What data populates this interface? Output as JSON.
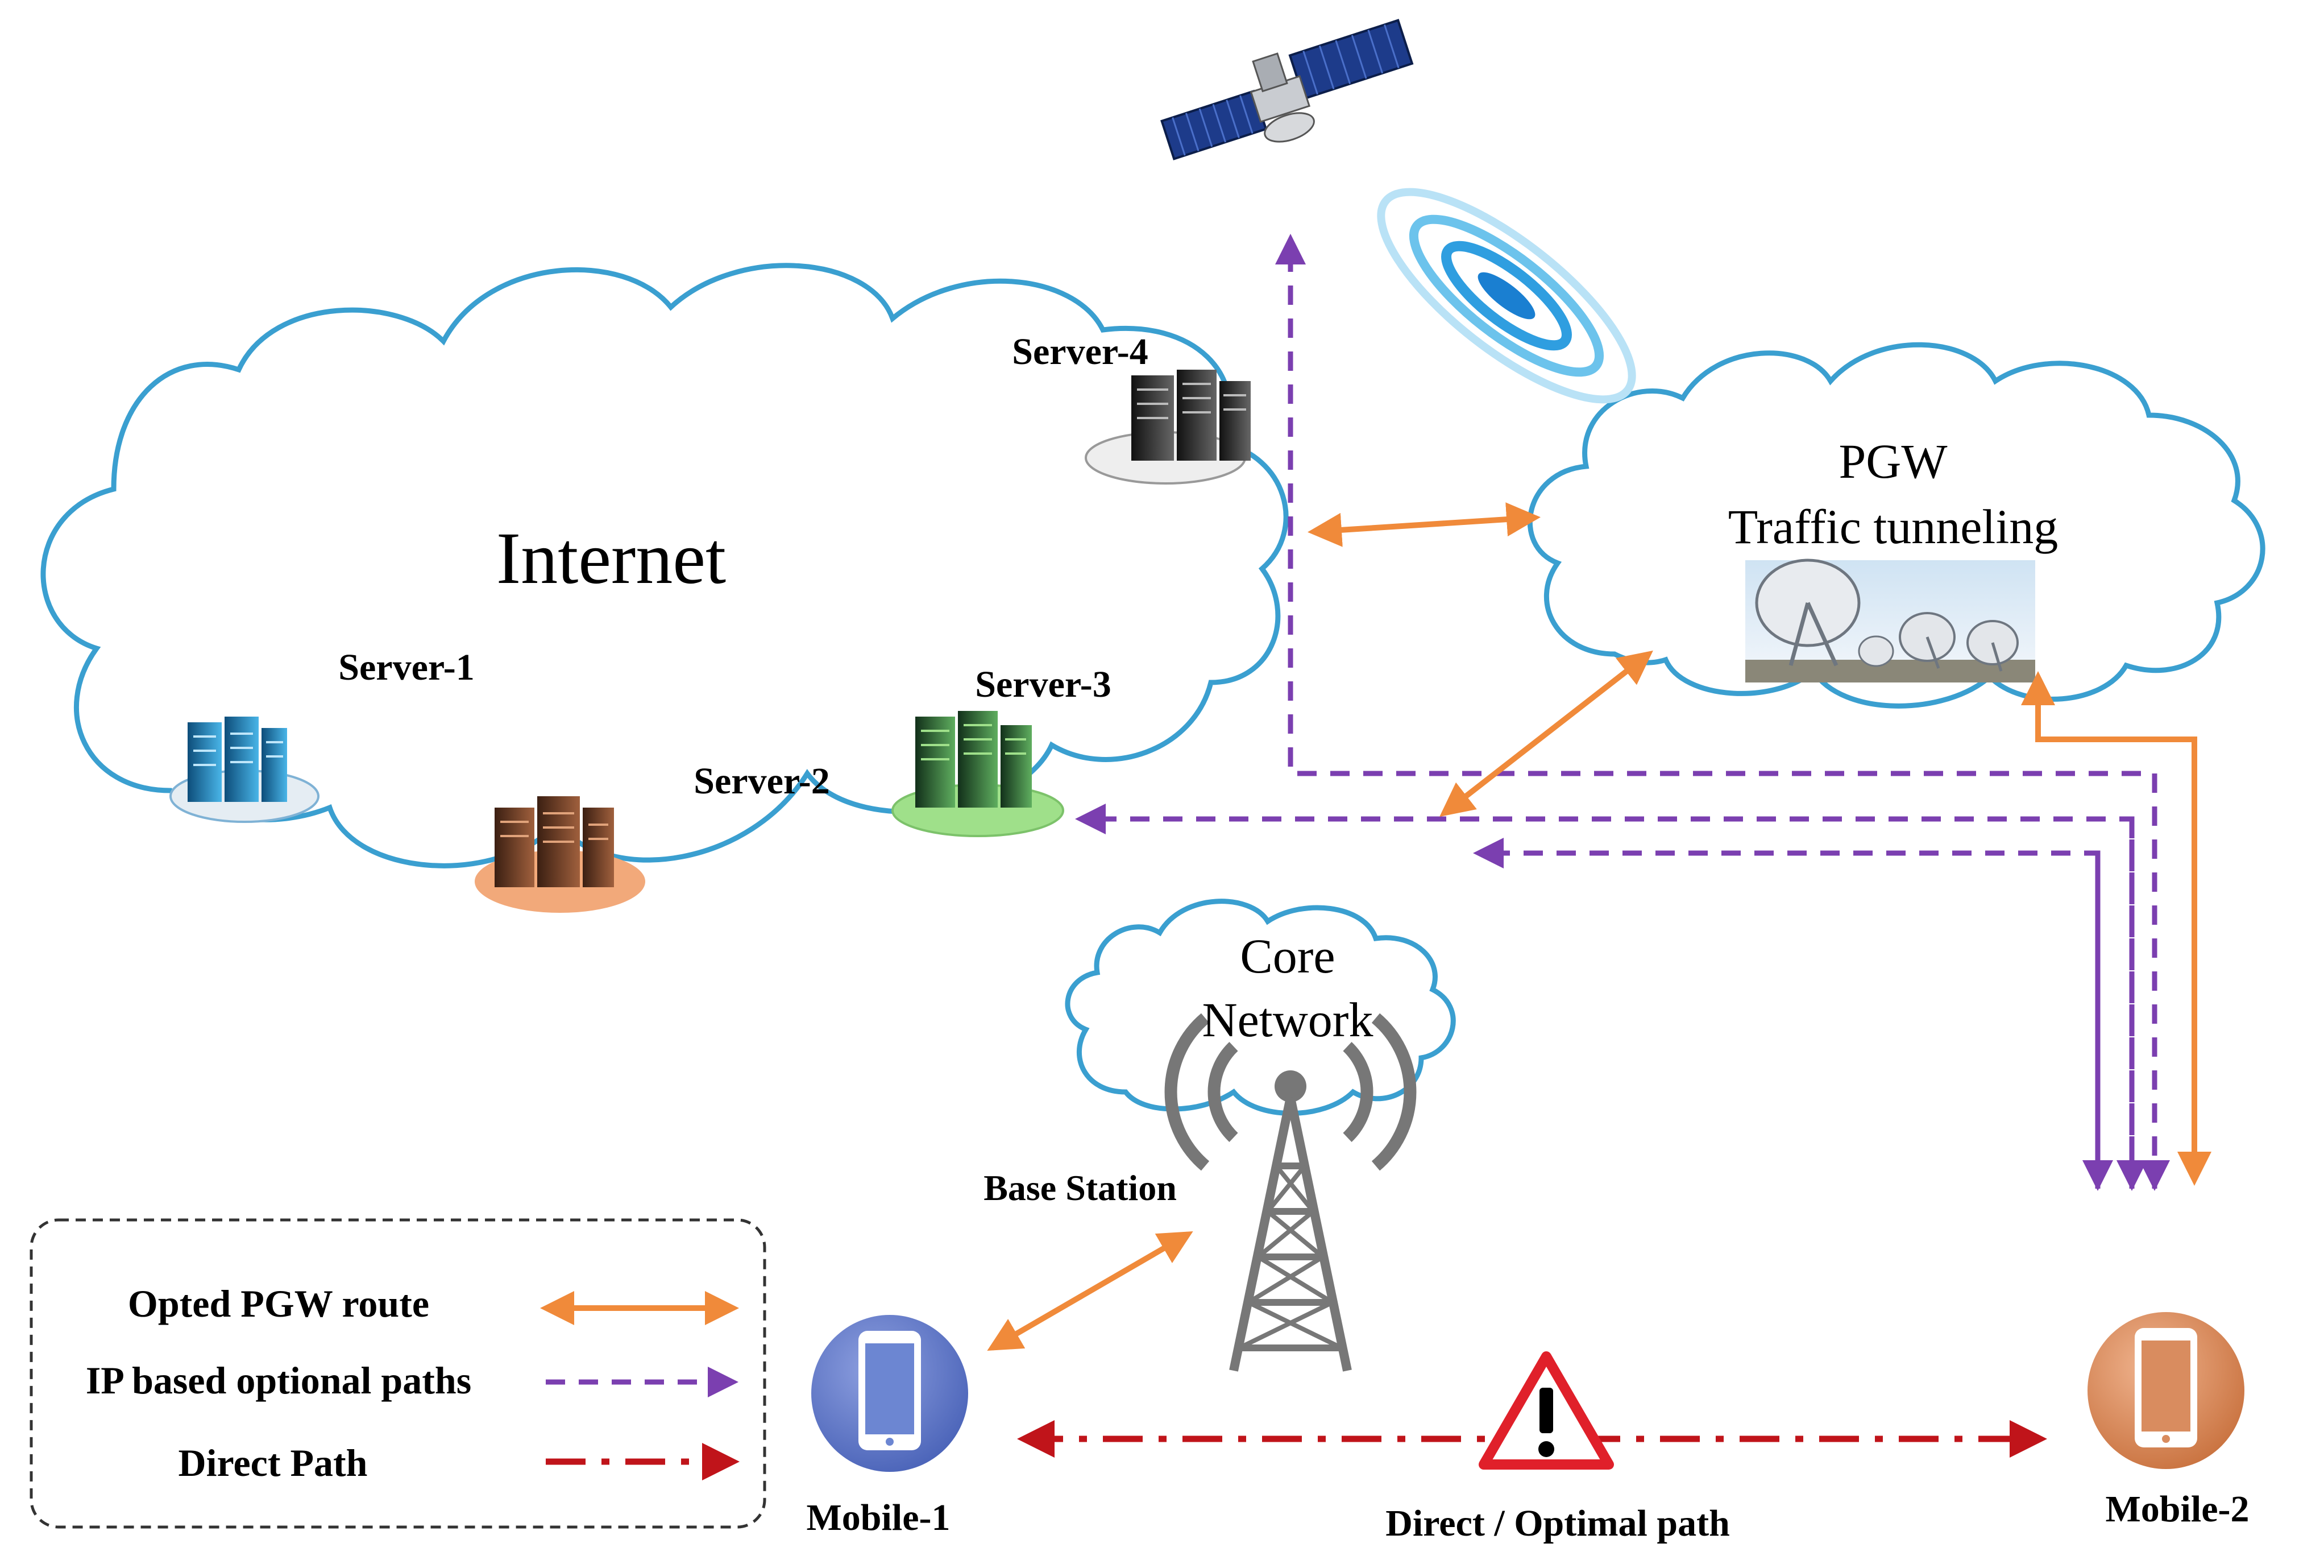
{
  "internet": {
    "label": "Internet"
  },
  "servers": [
    {
      "label": "Server-1"
    },
    {
      "label": "Server-2"
    },
    {
      "label": "Server-3"
    },
    {
      "label": "Server-4"
    }
  ],
  "pgw": {
    "line1": "PGW",
    "line2": "Traffic tunneling"
  },
  "core": {
    "line1": "Core",
    "line2": "Network"
  },
  "base_station": {
    "label": "Base Station"
  },
  "mobiles": [
    {
      "label": "Mobile-1"
    },
    {
      "label": "Mobile-2"
    }
  ],
  "direct_path": {
    "label": "Direct / Optimal path"
  },
  "legend": {
    "items": [
      {
        "label": "Opted PGW route"
      },
      {
        "label": "IP based optional paths"
      },
      {
        "label": "Direct Path"
      }
    ]
  },
  "colors": {
    "cloud": "#3a9fd0",
    "orange": "#f08a3a",
    "purple": "#7b3fb0",
    "red": "#c0141a",
    "mobile1": "#5f78c7",
    "mobile2": "#d8895a"
  }
}
